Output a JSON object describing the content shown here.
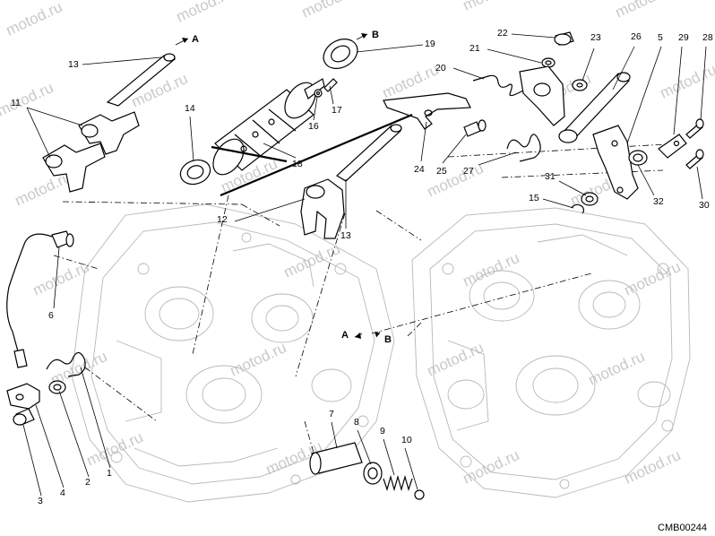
{
  "watermark": "motod.ru",
  "drawing_code": "CMB00244",
  "reference_letters": [
    "A",
    "B"
  ],
  "callouts": [
    "1",
    "2",
    "3",
    "4",
    "5",
    "6",
    "7",
    "8",
    "9",
    "10",
    "11",
    "12",
    "13",
    "14",
    "15",
    "16",
    "17",
    "18",
    "19",
    "20",
    "21",
    "22",
    "23",
    "24",
    "25",
    "26",
    "27",
    "28",
    "29",
    "30",
    "31",
    "32"
  ]
}
